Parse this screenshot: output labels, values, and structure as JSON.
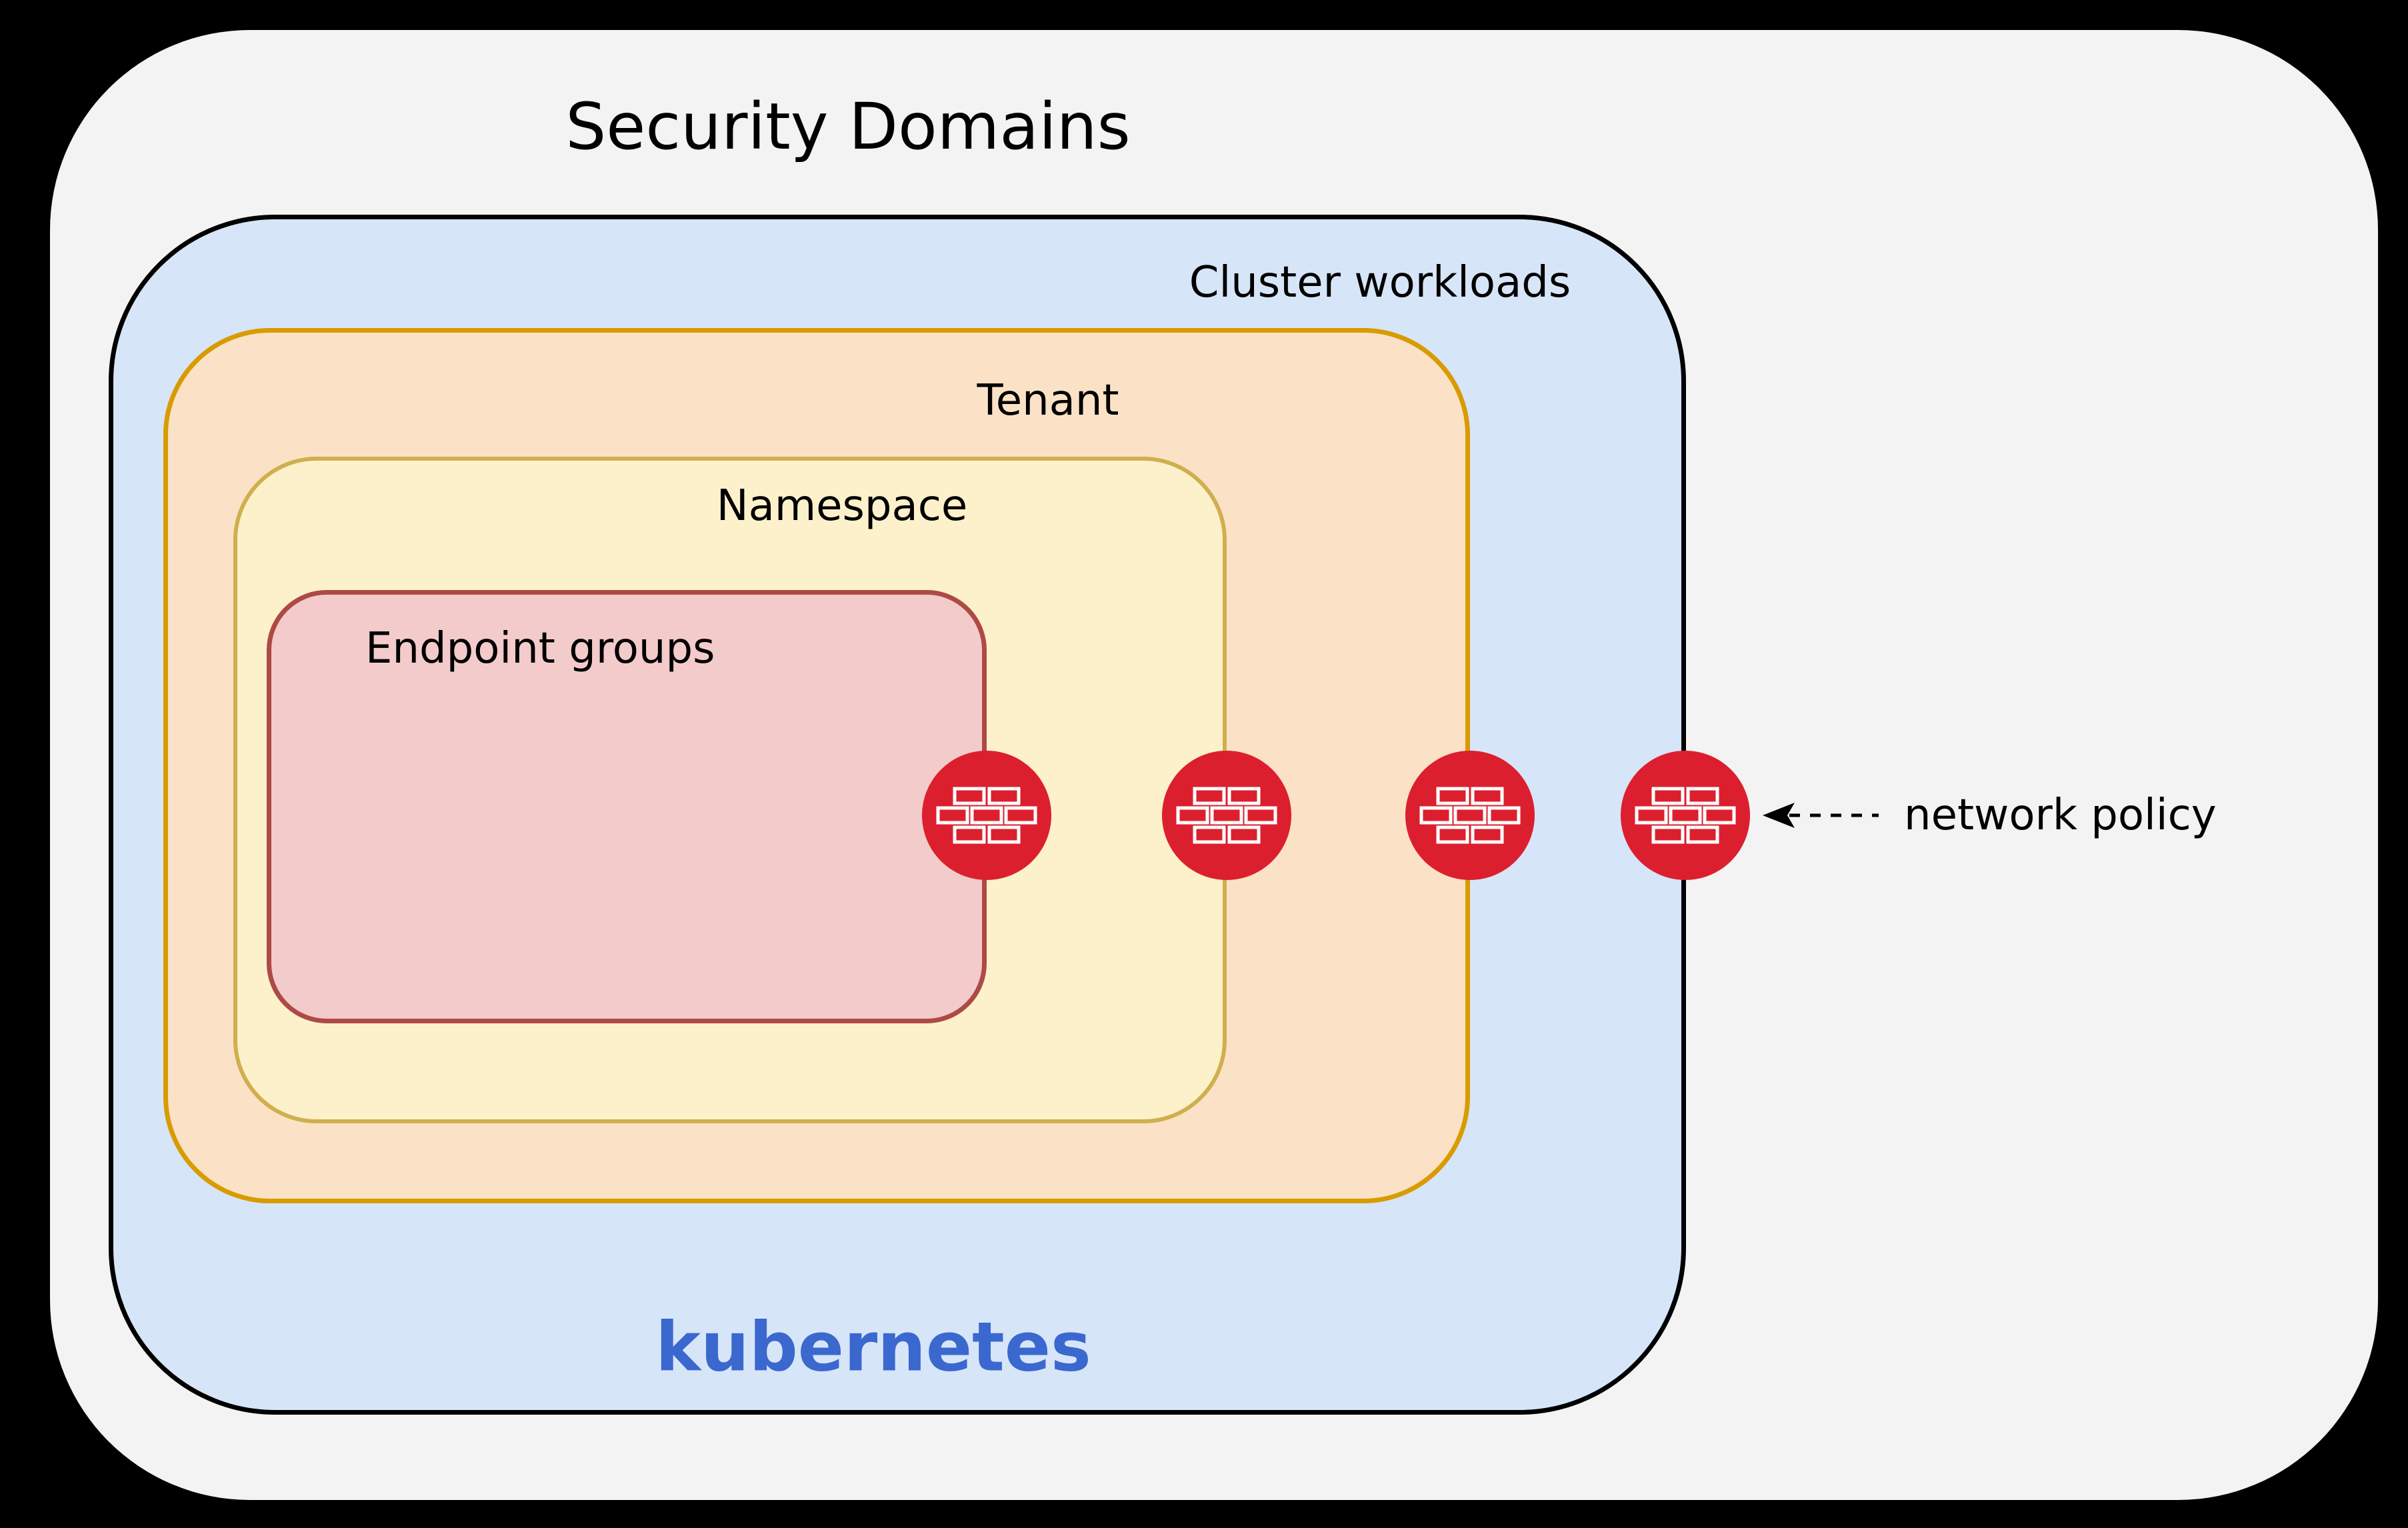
{
  "title": "Security Domains",
  "domains": {
    "cluster": {
      "label": "Cluster workloads",
      "footer": "kubernetes"
    },
    "tenant": {
      "label": "Tenant"
    },
    "namespace": {
      "label": "Namespace"
    },
    "endpoint_groups": {
      "label": "Endpoint groups"
    }
  },
  "annotation": {
    "label": "network policy"
  },
  "firewalls": {
    "count": 4,
    "icon": "firewall-brick-icon"
  },
  "colors": {
    "page_bg": "#000000",
    "outer_fill": "#F3F3F3",
    "cluster_fill": "#D7E5F8",
    "cluster_border": "#000000",
    "tenant_fill": "#FBE2C6",
    "tenant_border": "#D89B00",
    "namespace_fill": "#FCF1CB",
    "namespace_border": "#CFAF4E",
    "endpoint_fill": "#F3CBCB",
    "endpoint_border": "#AD4A46",
    "firewall_red": "#DC1F2E",
    "firewall_brick_outline": "#FFFFFF",
    "kubernetes_blue": "#3A68CF",
    "text_color": "#000000",
    "arrow_color": "#000000"
  }
}
